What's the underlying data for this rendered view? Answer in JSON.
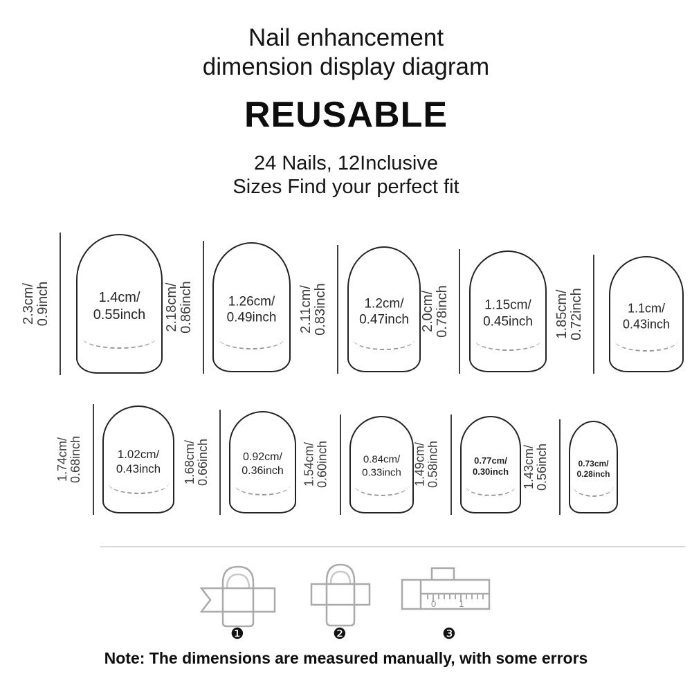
{
  "header": {
    "title_line1": "Nail enhancement",
    "title_line2": "dimension display diagram",
    "highlight": "REUSABLE",
    "subtitle_line1": "24 Nails, 12Inclusive",
    "subtitle_line2": "Sizes Find your perfect fit"
  },
  "rows": [
    {
      "nails": [
        {
          "length_cm": "2.3cm/",
          "length_inch": "0.9inch",
          "width_cm": "1.4cm/",
          "width_inch": "0.55inch"
        },
        {
          "length_cm": "2.18cm/",
          "length_inch": "0.86inch",
          "width_cm": "1.26cm/",
          "width_inch": "0.49inch"
        },
        {
          "length_cm": "2.11cm/",
          "length_inch": "0.83inch",
          "width_cm": "1.2cm/",
          "width_inch": "0.47inch"
        },
        {
          "length_cm": "2.0cm/",
          "length_inch": "0.78inch",
          "width_cm": "1.15cm/",
          "width_inch": "0.45inch"
        },
        {
          "length_cm": "1.85cm/",
          "length_inch": "0.72inch",
          "width_cm": "1.1cm/",
          "width_inch": "0.43inch"
        }
      ]
    },
    {
      "nails": [
        {
          "length_cm": "1.74cm/",
          "length_inch": "0.68inch",
          "width_cm": "1.02cm/",
          "width_inch": "0.43inch"
        },
        {
          "length_cm": "1.68cm/",
          "length_inch": "0.66inch",
          "width_cm": "0.92cm/",
          "width_inch": "0.36inch"
        },
        {
          "length_cm": "1.54cm/",
          "length_inch": "0.60inch",
          "width_cm": "0.84cm/",
          "width_inch": "0.33inch"
        },
        {
          "length_cm": "1.49cm/",
          "length_inch": "0.58inch",
          "width_cm": "0.77cm/",
          "width_inch": "0.30inch"
        },
        {
          "length_cm": "1.43cm/",
          "length_inch": "0.56inch",
          "width_cm": "0.73cm/",
          "width_inch": "0.28inch"
        }
      ]
    }
  ],
  "steps": {
    "step1": "❶",
    "step2": "❷",
    "step3": "❸",
    "ruler_zero": "0",
    "ruler_one": "1"
  },
  "note": {
    "text": "Note: The dimensions are measured manually, with some errors"
  }
}
